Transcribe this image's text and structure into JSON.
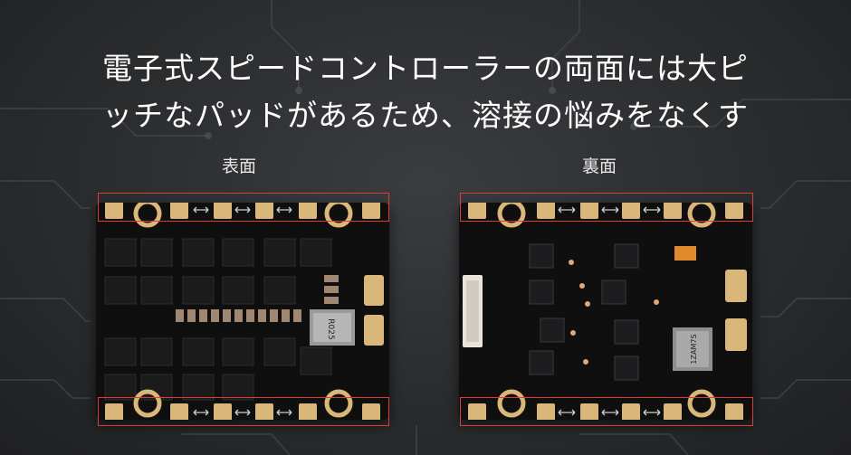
{
  "headline": {
    "line1": "電子式スピードコントローラーの両面には大ピ",
    "line2": "ッチなパッドがあるため、溶接の悩みをなくす"
  },
  "labels": {
    "front": "表面",
    "back": "裏面"
  },
  "colors": {
    "background": "#2a2c2e",
    "pcb": "#0f0f10",
    "pad": "#d9b77a",
    "highlight": "#e53935",
    "text": "#ffffff"
  },
  "front_board": {
    "resistor_marking": "R025"
  },
  "back_board": {
    "regulator_marking": "1ZAM7S"
  }
}
